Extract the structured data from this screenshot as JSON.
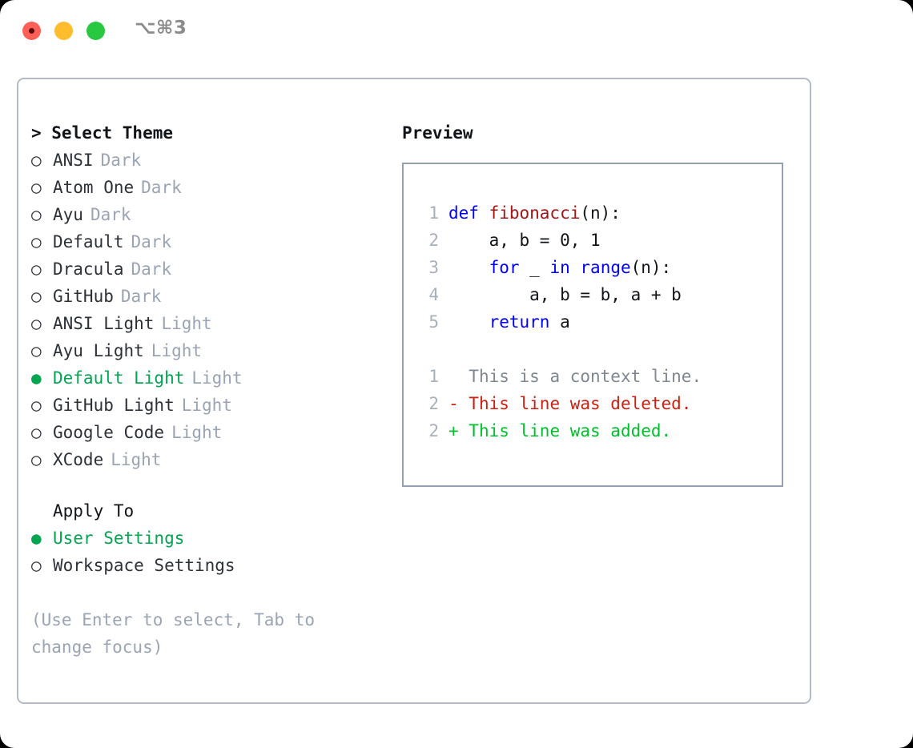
{
  "window": {
    "traffic_lights": [
      "close",
      "minimize",
      "maximize"
    ],
    "shortcut_label": "⌥⌘3",
    "accent_green": "#03a550",
    "muted_gray": "#9aa4b4",
    "border_color": "#b3bbc8"
  },
  "theme_list": {
    "header": "> Select Theme",
    "items": [
      {
        "bullet": "○",
        "label": "ANSI",
        "tag": "Dark",
        "selected": false
      },
      {
        "bullet": "○",
        "label": "Atom One",
        "tag": "Dark",
        "selected": false
      },
      {
        "bullet": "○",
        "label": "Ayu",
        "tag": "Dark",
        "selected": false
      },
      {
        "bullet": "○",
        "label": "Default",
        "tag": "Dark",
        "selected": false
      },
      {
        "bullet": "○",
        "label": "Dracula",
        "tag": "Dark",
        "selected": false
      },
      {
        "bullet": "○",
        "label": "GitHub",
        "tag": "Dark",
        "selected": false
      },
      {
        "bullet": "○",
        "label": "ANSI Light",
        "tag": "Light",
        "selected": false
      },
      {
        "bullet": "○",
        "label": "Ayu Light",
        "tag": "Light",
        "selected": false
      },
      {
        "bullet": "●",
        "label": "Default Light",
        "tag": "Light",
        "selected": true
      },
      {
        "bullet": "○",
        "label": "GitHub Light",
        "tag": "Light",
        "selected": false
      },
      {
        "bullet": "○",
        "label": "Google Code",
        "tag": "Light",
        "selected": false
      },
      {
        "bullet": "○",
        "label": "XCode",
        "tag": "Light",
        "selected": false
      }
    ]
  },
  "apply_to": {
    "header": "Apply To",
    "items": [
      {
        "bullet": "●",
        "label": "User Settings",
        "selected": true
      },
      {
        "bullet": "○",
        "label": "Workspace Settings",
        "selected": false
      }
    ]
  },
  "hint": "(Use Enter to select, Tab to change focus)",
  "preview": {
    "title": "Preview",
    "code": [
      {
        "number": "1",
        "tokens": [
          {
            "t": "def ",
            "k": "kw"
          },
          {
            "t": "fibonacci",
            "k": "fn"
          },
          {
            "t": "(n):",
            "k": "pl"
          }
        ]
      },
      {
        "number": "2",
        "tokens": [
          {
            "t": "    a, b = 0, 1",
            "k": "pl"
          }
        ]
      },
      {
        "number": "3",
        "tokens": [
          {
            "t": "    ",
            "k": "pl"
          },
          {
            "t": "for",
            "k": "kw"
          },
          {
            "t": " _ ",
            "k": "pl"
          },
          {
            "t": "in",
            "k": "kw"
          },
          {
            "t": " ",
            "k": "pl"
          },
          {
            "t": "range",
            "k": "kw"
          },
          {
            "t": "(n):",
            "k": "pl"
          }
        ]
      },
      {
        "number": "4",
        "tokens": [
          {
            "t": "        a, b = b, a + b",
            "k": "pl"
          }
        ]
      },
      {
        "number": "5",
        "tokens": [
          {
            "t": "    ",
            "k": "pl"
          },
          {
            "t": "return",
            "k": "kw"
          },
          {
            "t": " a",
            "k": "pl"
          }
        ]
      }
    ],
    "diff": [
      {
        "number": "1",
        "marker": " ",
        "text": " This is a context line.",
        "kind": "ctx"
      },
      {
        "number": "2",
        "marker": "-",
        "text": " This line was deleted.",
        "kind": "del"
      },
      {
        "number": "2",
        "marker": "+",
        "text": " This line was added.",
        "kind": "add"
      }
    ]
  }
}
